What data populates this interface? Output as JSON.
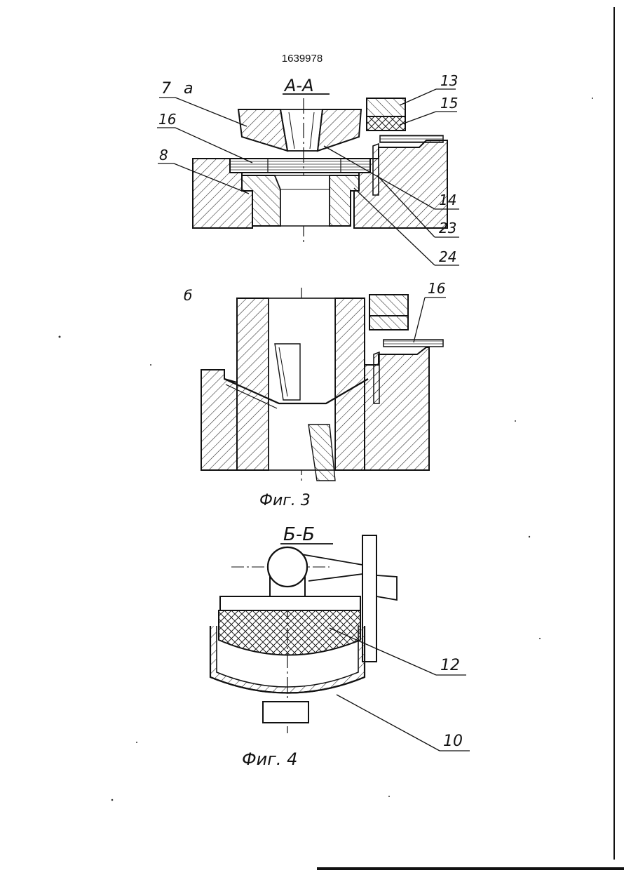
{
  "patent_number": "1639978",
  "figure3": {
    "caption": "Фиг. 3",
    "view_a": {
      "sub_label": "а",
      "section_label": "А-А",
      "callouts": [
        "7",
        "16",
        "8",
        "13",
        "15",
        "14",
        "23",
        "24"
      ]
    },
    "view_b": {
      "sub_label": "б",
      "callouts": [
        "16"
      ]
    }
  },
  "figure4": {
    "caption": "Фиг. 4",
    "section_label": "Б-Б",
    "callouts": [
      "12",
      "10"
    ]
  }
}
